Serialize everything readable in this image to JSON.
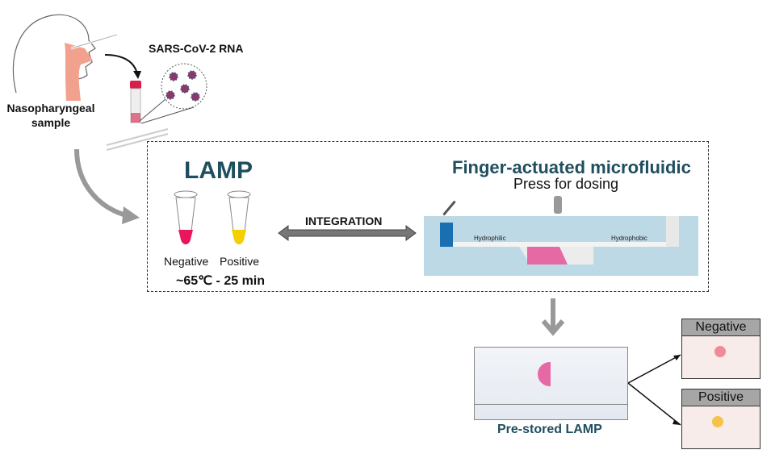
{
  "sample": {
    "label_line1": "Nasopharyngeal",
    "label_line2": "sample"
  },
  "virus": {
    "label": "SARS-CoV-2 RNA"
  },
  "lamp": {
    "title": "LAMP",
    "tubes": [
      {
        "label": "Negative",
        "color": "#e8175d"
      },
      {
        "label": "Positive",
        "color": "#f4d000"
      }
    ],
    "condition": "~65℃ - 25 min"
  },
  "integration": {
    "label": "INTEGRATION"
  },
  "microfluidic": {
    "title": "Finger-actuated microfluidic",
    "subtitle": "Press for dosing",
    "left_label": "Hydrophilic",
    "right_label": "Hydrophobic",
    "colors": {
      "channel": "#bdd9e6",
      "reservoir": "#1a6fb0",
      "sample": "#e56aa3"
    }
  },
  "chip": {
    "label": "Pre-stored LAMP"
  },
  "results": [
    {
      "label": "Negative",
      "spot_color": "#f08a9a"
    },
    {
      "label": "Positive",
      "spot_color": "#f5c24a"
    }
  ],
  "colors": {
    "title": "#1f4e5f",
    "arrow": "#999999"
  }
}
